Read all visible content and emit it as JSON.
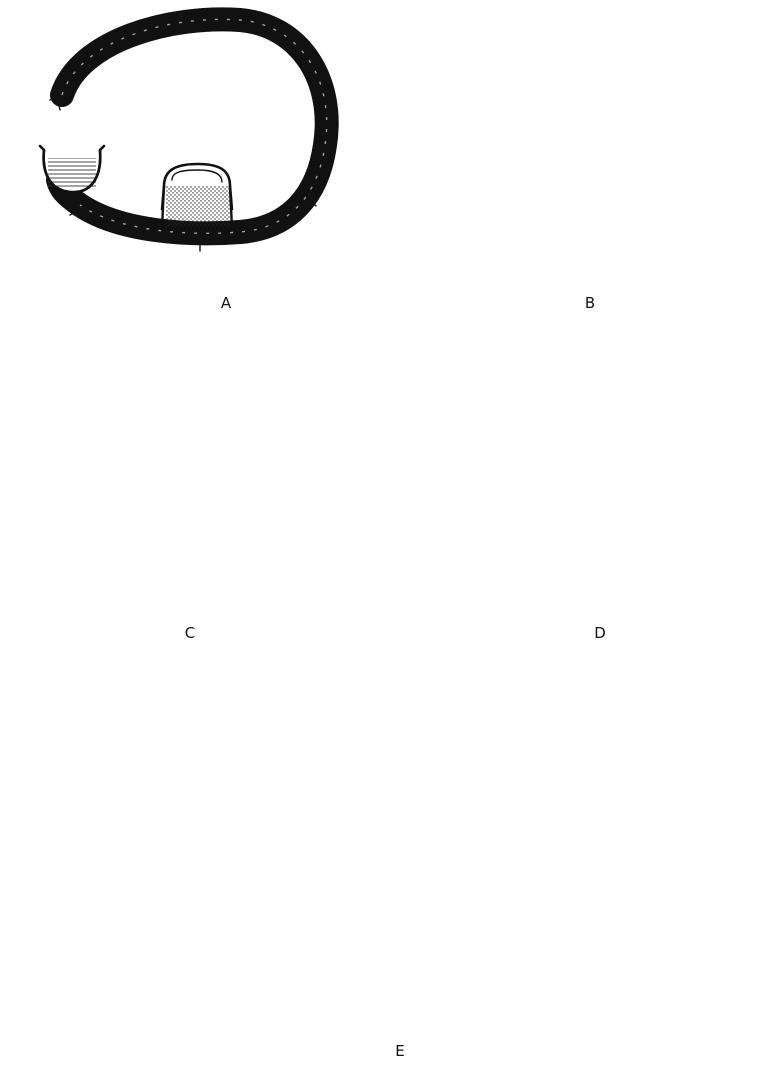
{
  "figure": {
    "panels": [
      {
        "id": "A",
        "label": "A"
      },
      {
        "id": "B",
        "label": "B"
      },
      {
        "id": "C",
        "label": "C"
      },
      {
        "id": "D",
        "label": "D"
      },
      {
        "id": "E",
        "label": "E"
      }
    ]
  }
}
